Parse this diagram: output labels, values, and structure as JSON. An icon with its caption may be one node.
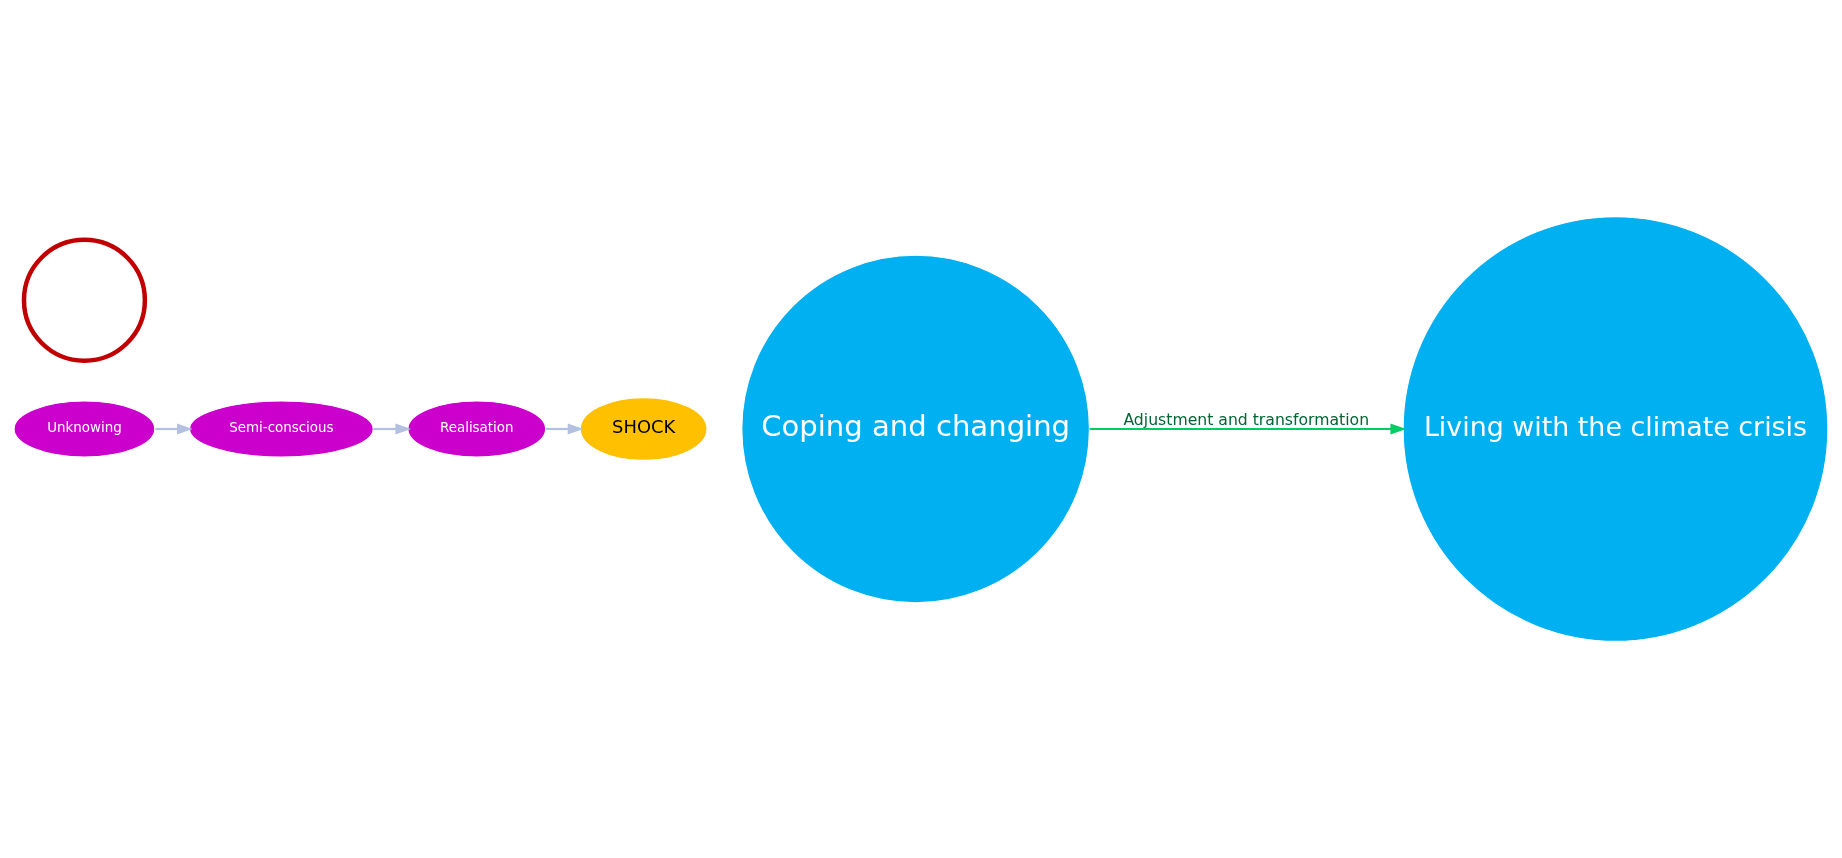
{
  "diagram": {
    "nodes": [
      {
        "text": [
          "Unknowing"
        ]
      },
      {
        "text": [
          "Semi-conscious"
        ]
      },
      {
        "text": [
          "Realisation"
        ]
      },
      {
        "text": [
          "SHOCK"
        ]
      },
      {
        "text": [
          "Coping and changing"
        ]
      },
      {
        "text": [
          "Living with the climate crisis"
        ]
      },
      {
        "text": [],
        "shape": "circle"
      }
    ],
    "edges": [
      {
        "from": 0,
        "to": 1,
        "arrow": "to"
      },
      {
        "from": 1,
        "to": 2,
        "arrow": "to"
      },
      {
        "from": 2,
        "to": 3,
        "arrow": "to"
      },
      {
        "from": 4,
        "to": 5,
        "arrow": "to",
        "label": "Adjustment and transformation",
        "color": "#00cc66"
      }
    ]
  }
}
